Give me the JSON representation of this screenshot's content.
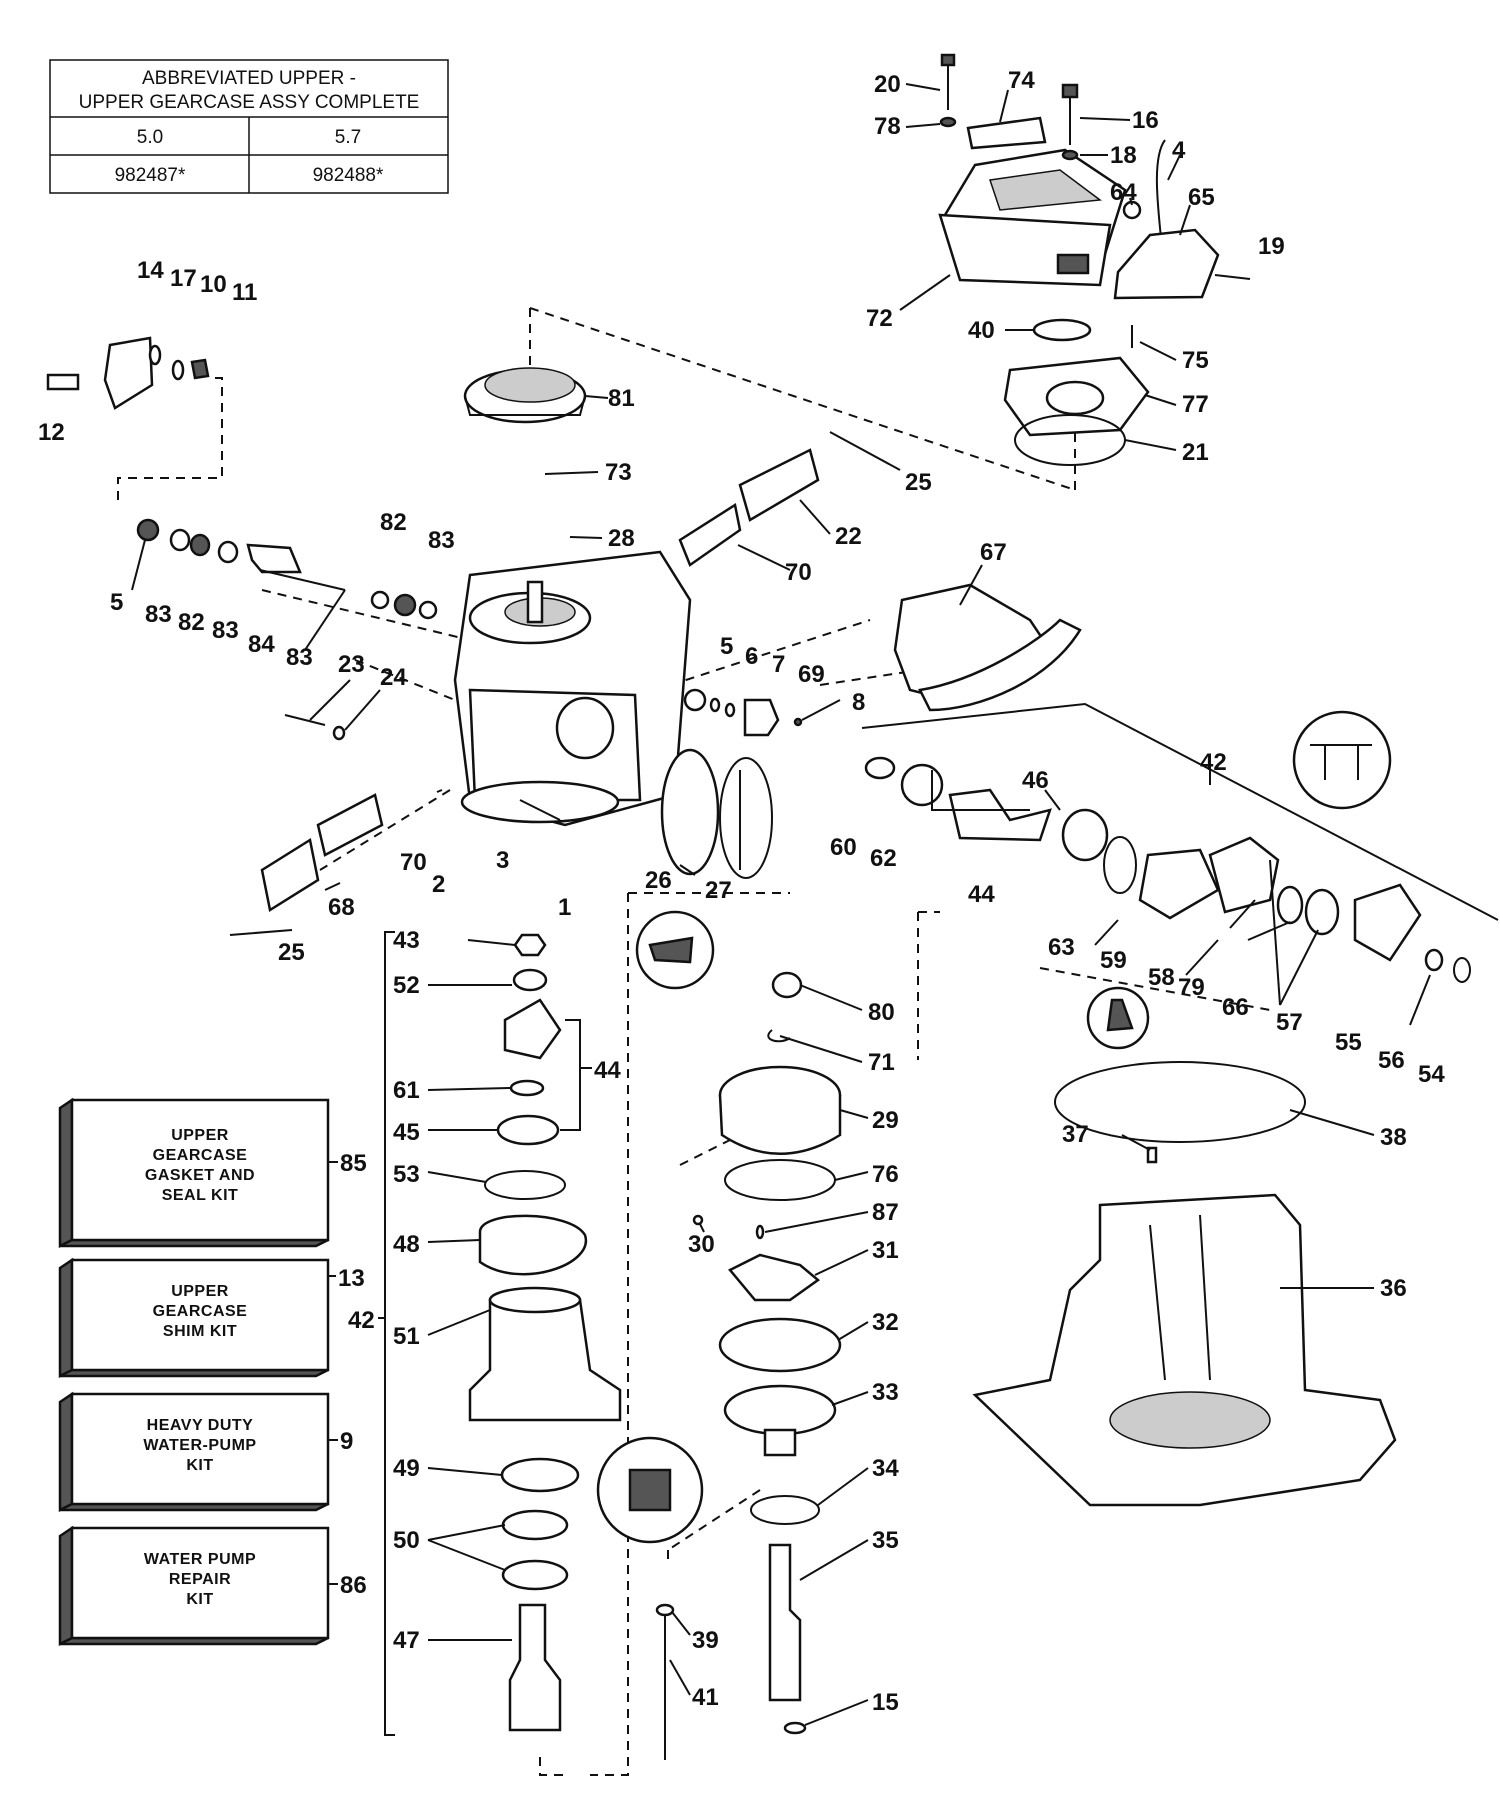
{
  "table": {
    "header_line1": "ABBREVIATED UPPER -",
    "header_line2": "UPPER GEARCASE ASSY COMPLETE",
    "col1_model": "5.0",
    "col2_model": "5.7",
    "col1_part": "982487*",
    "col2_part": "982488*"
  },
  "kits": [
    {
      "lines": [
        "UPPER",
        "GEARCASE",
        "GASKET AND",
        "SEAL KIT"
      ],
      "ref": "85"
    },
    {
      "lines": [
        "UPPER",
        "GEARCASE",
        "SHIM KIT"
      ],
      "ref": "13"
    },
    {
      "lines": [
        "HEAVY DUTY",
        "WATER-PUMP",
        "KIT"
      ],
      "ref": "9"
    },
    {
      "lines": [
        "WATER PUMP",
        "REPAIR",
        "KIT"
      ],
      "ref": "86"
    }
  ],
  "callouts": [
    "20",
    "74",
    "78",
    "16",
    "18",
    "4",
    "64",
    "65",
    "19",
    "72",
    "40",
    "75",
    "77",
    "21",
    "14",
    "17",
    "10",
    "11",
    "12",
    "81",
    "73",
    "25",
    "22",
    "28",
    "70",
    "67",
    "5",
    "83",
    "82",
    "84",
    "23",
    "24",
    "6",
    "7",
    "69",
    "8",
    "42",
    "46",
    "60",
    "62",
    "44",
    "63",
    "59",
    "58",
    "79",
    "66",
    "57",
    "55",
    "56",
    "54",
    "26",
    "27",
    "68",
    "2",
    "3",
    "1",
    "43",
    "52",
    "61",
    "45",
    "53",
    "48",
    "51",
    "49",
    "50",
    "47",
    "80",
    "71",
    "29",
    "76",
    "30",
    "87",
    "31",
    "32",
    "33",
    "34",
    "35",
    "39",
    "41",
    "15",
    "37",
    "38",
    "36"
  ]
}
